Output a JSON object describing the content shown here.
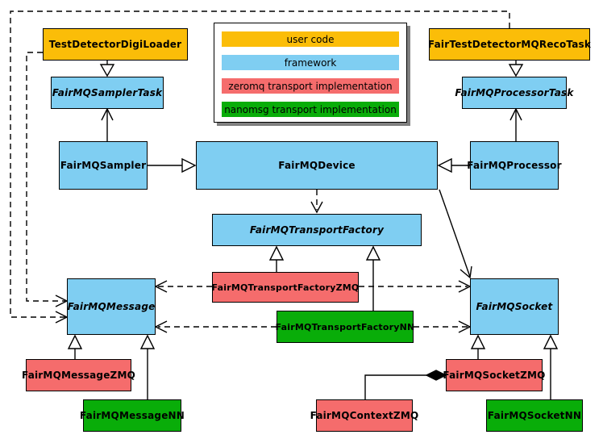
{
  "colors": {
    "user-code": "#FBBD08",
    "framework": "#7FCEF2",
    "zeromq": "#F56C6C",
    "nanomsg": "#09AD09",
    "shadow": "#808080"
  },
  "legend": {
    "items": [
      {
        "label": "user code",
        "type": "user-code"
      },
      {
        "label": "framework",
        "type": "framework"
      },
      {
        "label": "zeromq transport implementation",
        "type": "zeromq"
      },
      {
        "label": "nanomsg transport implementation",
        "type": "nanomsg"
      }
    ]
  },
  "nodes": {
    "test_detector_digi_loader": {
      "label": "TestDetectorDigiLoader",
      "type": "user-code",
      "abstract": false
    },
    "fair_test_detector_mq_reco_task": {
      "label": "FairTestDetectorMQRecoTask",
      "type": "user-code",
      "abstract": false
    },
    "fairmq_sampler_task": {
      "label": "FairMQSamplerTask",
      "type": "framework",
      "abstract": true
    },
    "fairmq_processor_task": {
      "label": "FairMQProcessorTask",
      "type": "framework",
      "abstract": true
    },
    "fairmq_sampler": {
      "label": "FairMQSampler",
      "type": "framework",
      "abstract": false
    },
    "fairmq_device": {
      "label": "FairMQDevice",
      "type": "framework",
      "abstract": false
    },
    "fairmq_processor": {
      "label": "FairMQProcessor",
      "type": "framework",
      "abstract": false
    },
    "fairmq_transport_factory": {
      "label": "FairMQTransportFactory",
      "type": "framework",
      "abstract": true
    },
    "fairmq_transport_factory_zmq": {
      "label": "FairMQTransportFactoryZMQ",
      "type": "zeromq",
      "abstract": false
    },
    "fairmq_transport_factory_nn": {
      "label": "FairMQTransportFactoryNN",
      "type": "nanomsg",
      "abstract": false
    },
    "fairmq_message": {
      "label": "FairMQMessage",
      "type": "framework",
      "abstract": true
    },
    "fairmq_socket": {
      "label": "FairMQSocket",
      "type": "framework",
      "abstract": true
    },
    "fairmq_message_zmq": {
      "label": "FairMQMessageZMQ",
      "type": "zeromq",
      "abstract": false
    },
    "fairmq_message_nn": {
      "label": "FairMQMessageNN",
      "type": "nanomsg",
      "abstract": false
    },
    "fairmq_socket_zmq": {
      "label": "FairMQSocketZMQ",
      "type": "zeromq",
      "abstract": false
    },
    "fairmq_socket_nn": {
      "label": "FairMQSocketNN",
      "type": "nanomsg",
      "abstract": false
    },
    "fairmq_context_zmq": {
      "label": "FairMQContextZMQ",
      "type": "zeromq",
      "abstract": false
    }
  },
  "edges": [
    {
      "from": "TestDetectorDigiLoader",
      "to": "FairMQSamplerTask",
      "kind": "inheritance"
    },
    {
      "from": "FairTestDetectorMQRecoTask",
      "to": "FairMQProcessorTask",
      "kind": "inheritance"
    },
    {
      "from": "FairMQSampler",
      "to": "FairMQSamplerTask",
      "kind": "association"
    },
    {
      "from": "FairMQProcessor",
      "to": "FairMQProcessorTask",
      "kind": "association"
    },
    {
      "from": "FairMQSampler",
      "to": "FairMQDevice",
      "kind": "inheritance"
    },
    {
      "from": "FairMQProcessor",
      "to": "FairMQDevice",
      "kind": "inheritance"
    },
    {
      "from": "FairMQDevice",
      "to": "FairMQTransportFactory",
      "kind": "dependency"
    },
    {
      "from": "FairMQDevice",
      "to": "FairMQSocket",
      "kind": "association"
    },
    {
      "from": "FairMQTransportFactoryZMQ",
      "to": "FairMQTransportFactory",
      "kind": "inheritance"
    },
    {
      "from": "FairMQTransportFactoryNN",
      "to": "FairMQTransportFactory",
      "kind": "inheritance"
    },
    {
      "from": "FairMQTransportFactoryZMQ",
      "to": "FairMQMessage",
      "kind": "dependency"
    },
    {
      "from": "FairMQTransportFactoryZMQ",
      "to": "FairMQSocket",
      "kind": "dependency"
    },
    {
      "from": "FairMQTransportFactoryNN",
      "to": "FairMQMessage",
      "kind": "dependency"
    },
    {
      "from": "FairMQTransportFactoryNN",
      "to": "FairMQSocket",
      "kind": "dependency"
    },
    {
      "from": "TestDetectorDigiLoader",
      "to": "FairMQMessage",
      "kind": "dependency"
    },
    {
      "from": "FairTestDetectorMQRecoTask",
      "to": "FairMQMessage",
      "kind": "dependency"
    },
    {
      "from": "FairMQMessageZMQ",
      "to": "FairMQMessage",
      "kind": "inheritance"
    },
    {
      "from": "FairMQMessageNN",
      "to": "FairMQMessage",
      "kind": "inheritance"
    },
    {
      "from": "FairMQSocketZMQ",
      "to": "FairMQSocket",
      "kind": "inheritance"
    },
    {
      "from": "FairMQSocketNN",
      "to": "FairMQSocket",
      "kind": "inheritance"
    },
    {
      "from": "FairMQContextZMQ",
      "to": "FairMQSocketZMQ",
      "kind": "composition"
    }
  ]
}
